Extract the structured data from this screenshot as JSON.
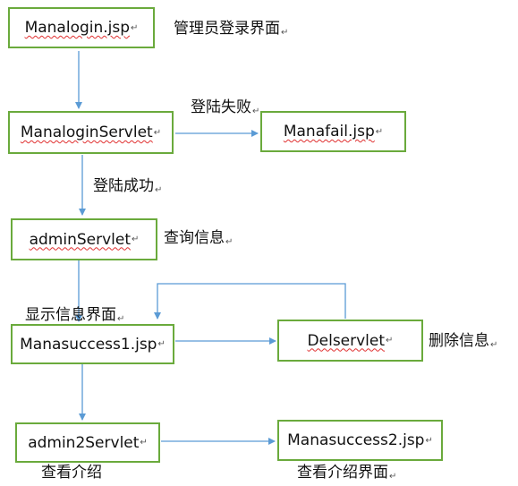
{
  "return_mark": "↵",
  "colors": {
    "box_border": "#6aaa3c",
    "arrow": "#5b9bd5",
    "spell_underline": "#e03030"
  },
  "nodes": {
    "manalogin": "Manalogin.jsp",
    "manaloginservlet": "ManaloginServlet",
    "manafail": "Manafail.jsp",
    "adminservlet": "adminServlet",
    "manasuccess1": "Manasuccess1.jsp",
    "delservlet": "Delservlet",
    "admin2servlet": "admin2Servlet",
    "manasuccess2": "Manasuccess2.jsp"
  },
  "labels": {
    "admin_login_page": "管理员登录界面",
    "login_failed": "登陆失败",
    "login_success": "登陆成功",
    "query_info": "查询信息",
    "show_info_page": "显示信息界面",
    "delete_info": "删除信息",
    "view_intro": "查看介绍",
    "view_intro_page": "查看介绍界面"
  }
}
